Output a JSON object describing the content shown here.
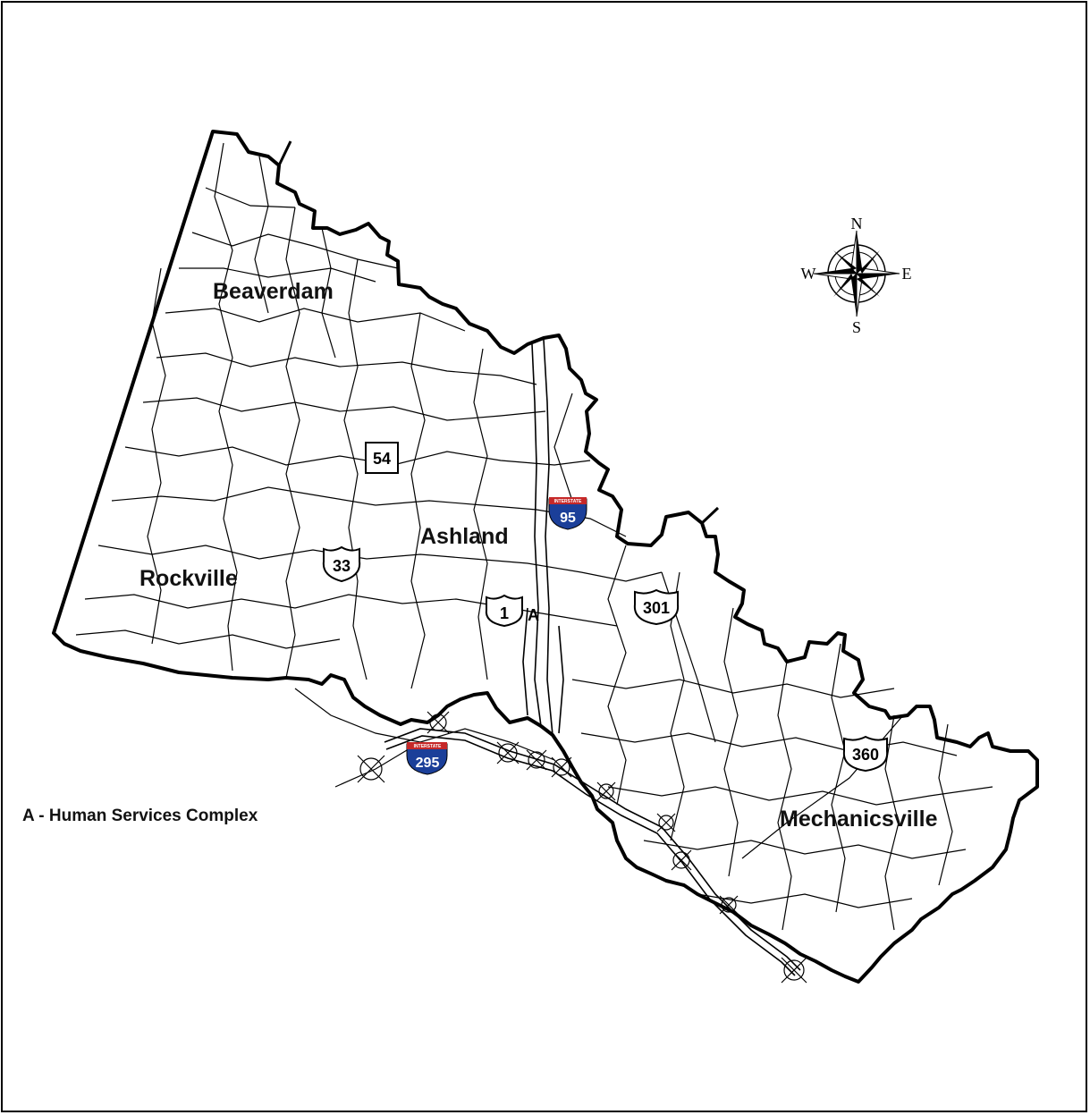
{
  "map": {
    "towns": {
      "beaverdam": "Beaverdam",
      "rockville": "Rockville",
      "ashland": "Ashland",
      "mechanicsville": "Mechanicsville"
    },
    "routes": {
      "state_54": "54",
      "us_33": "33",
      "us_1": "1",
      "us_301": "301",
      "us_360": "360",
      "i_95": "95",
      "i_295": "295",
      "interstate_label": "INTERSTATE"
    },
    "markers": {
      "a": "A"
    },
    "compass": {
      "n": "N",
      "s": "S",
      "e": "E",
      "w": "W"
    },
    "legend": {
      "a_note": "A - Human Services Complex"
    },
    "colors": {
      "interstate_blue": "#1b3f99",
      "interstate_red": "#c62828",
      "road": "#000000"
    }
  }
}
